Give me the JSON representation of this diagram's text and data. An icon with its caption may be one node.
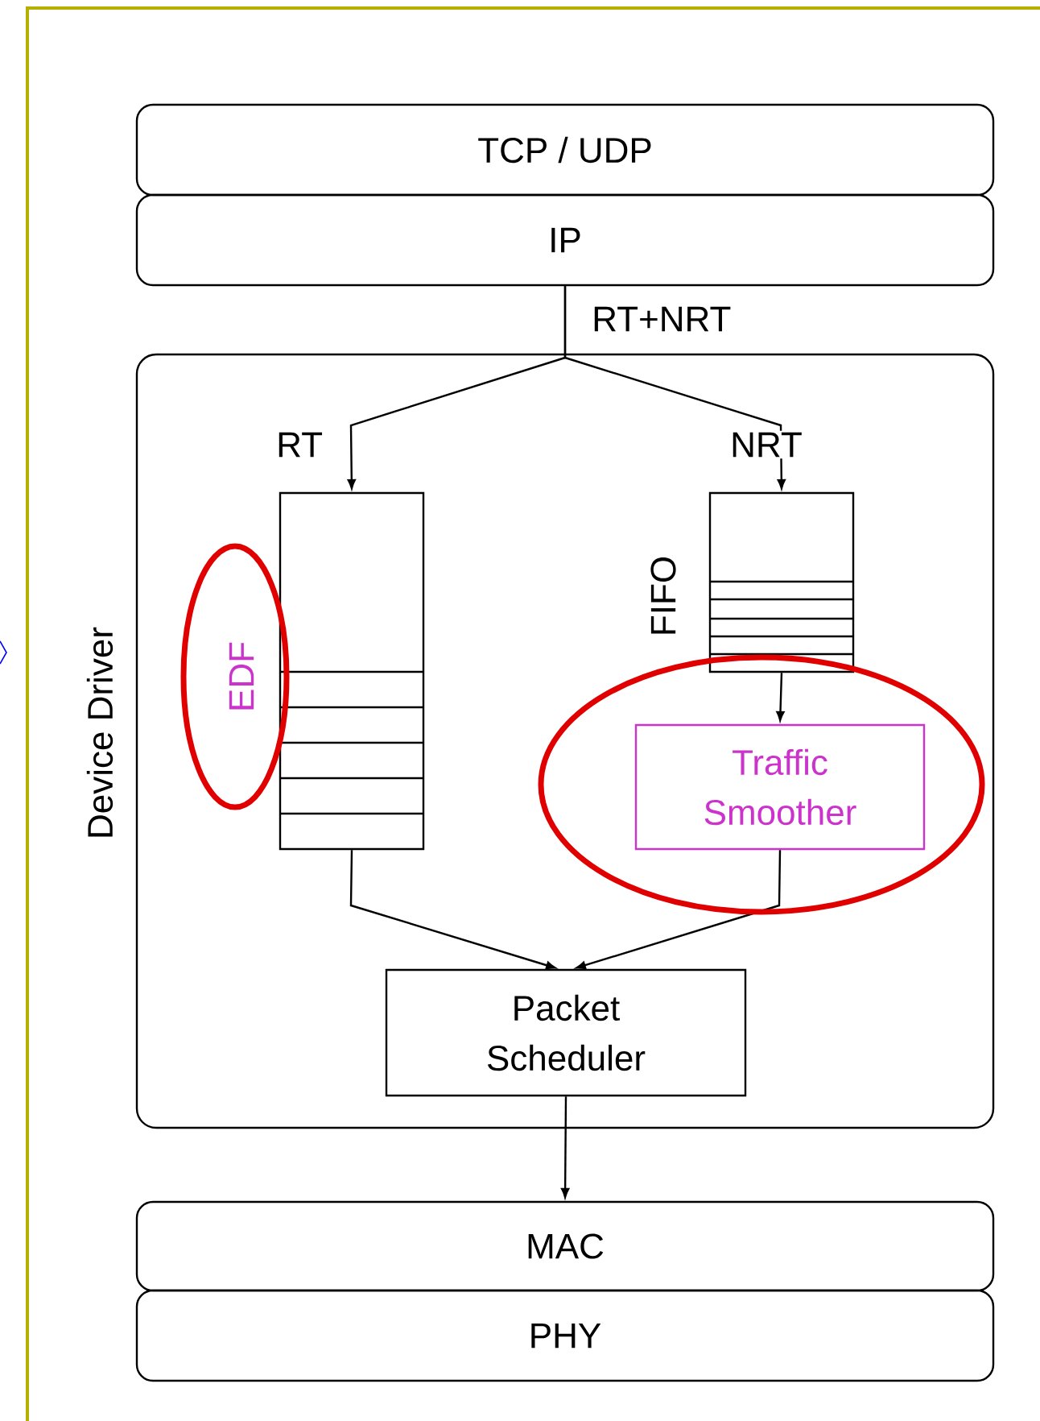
{
  "diagram": {
    "nodes": [
      {
        "text": [
          "TCP / UDP"
        ]
      },
      {
        "text": [
          "IP"
        ]
      },
      {
        "text": [
          "Device Driver"
        ]
      },
      {
        "text": [],
        "shape": "box",
        "in": 2,
        "beside": [
          "EDF"
        ]
      },
      {
        "text": [],
        "shape": "box",
        "in": 2,
        "beside": [
          "FIFO"
        ]
      },
      {
        "text": [
          "Traffic Smoother"
        ],
        "in": 2
      },
      {
        "text": [
          "Packet Scheduler"
        ],
        "in": 2
      },
      {
        "text": [
          "MAC"
        ]
      },
      {
        "text": [
          "PHY"
        ]
      }
    ],
    "edges": [
      {
        "from": 1,
        "to": 3,
        "arrow": "to",
        "label": "RT"
      },
      {
        "from": 1,
        "to": 4,
        "arrow": "to",
        "label": "NRT"
      },
      {
        "from": 4,
        "to": 5,
        "arrow": "to"
      },
      {
        "from": 3,
        "to": 6,
        "arrow": "to"
      },
      {
        "from": 5,
        "to": 6,
        "arrow": "to"
      },
      {
        "from": 6,
        "to": 7,
        "arrow": "to"
      }
    ],
    "labels": [
      "RT+NRT"
    ]
  }
}
